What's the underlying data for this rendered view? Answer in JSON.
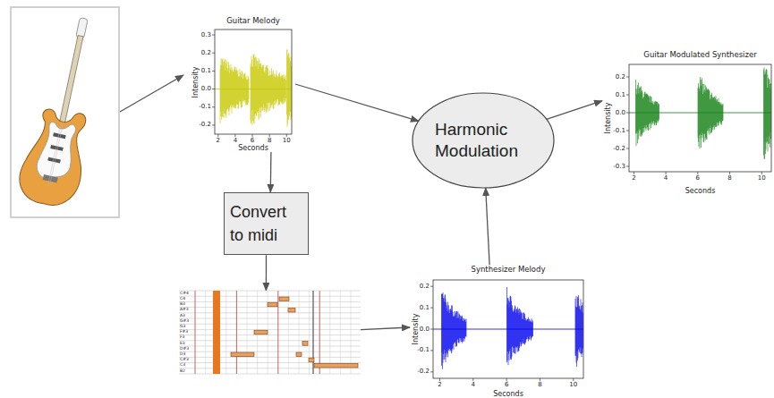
{
  "diagram": {
    "nodes": [
      {
        "text": [
          "Guitar Melody",
          "Intensity",
          "Seconds"
        ]
      },
      {
        "text": [
          "Harmonic Modulation"
        ]
      },
      {
        "text": [
          "Guitar Modulated Synthesizer",
          "Intensity",
          "Seconds"
        ]
      },
      {
        "text": [
          "Convert to midi"
        ]
      },
      {
        "text": [
          "C#4",
          "C4",
          "B3",
          "A#3",
          "A3",
          "G#3",
          "G3",
          "F#3",
          "F3",
          "E3",
          "D#3",
          "D3",
          "C#3",
          "C3",
          "B2"
        ]
      },
      {
        "text": [
          "Synthesizer Melody",
          "Intensity",
          "Seconds"
        ]
      }
    ],
    "edges": [
      {
        "from": 0,
        "to": 1,
        "arrow": "to"
      },
      {
        "from": 1,
        "to": 2,
        "arrow": "to"
      },
      {
        "from": 0,
        "to": 3,
        "arrow": "to"
      },
      {
        "from": 3,
        "to": 4,
        "arrow": "to"
      },
      {
        "from": 4,
        "to": 5,
        "arrow": "to"
      },
      {
        "from": 5,
        "to": 1,
        "arrow": "to"
      }
    ],
    "labels": [
      "0.3",
      "0.2",
      "0.1",
      "0.0",
      "-0.1",
      "-0.2",
      "2",
      "4",
      "6",
      "8",
      "10",
      "0.2",
      "0.1",
      "0.0",
      "-0.1",
      "-0.2",
      "2",
      "4",
      "6",
      "8",
      "10",
      "0.2",
      "0.1",
      "0.0",
      "-0.1",
      "-0.2",
      "-0.3",
      "2",
      "4",
      "6",
      "8",
      "10"
    ]
  }
}
